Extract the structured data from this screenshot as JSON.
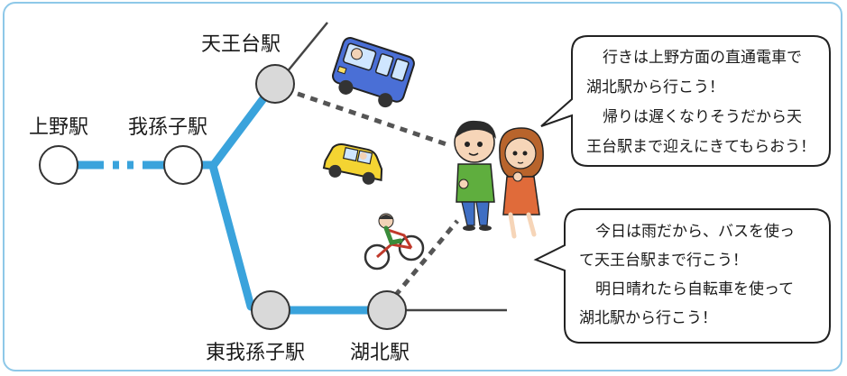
{
  "stations": {
    "ueno": "上野駅",
    "abiko": "我孫子駅",
    "tennodai": "天王台駅",
    "higashi_abiko": "東我孫子駅",
    "kohoku": "湖北駅"
  },
  "bubbles": {
    "top": {
      "lines": [
        "行きは上野方面の直通電車で",
        "湖北駅から行こう！",
        "帰りは遅くなりそうだから天",
        "王台駅まで迎えにきてもらおう！"
      ]
    },
    "bottom": {
      "lines": [
        "今日は雨だから、バスを使っ",
        "て天王台駅まで行こう！",
        "明日晴れたら自転車を使って",
        "湖北駅から行こう！"
      ]
    }
  },
  "colors": {
    "line_blue": "#3aa3dc",
    "frame_border": "#8ec8e8",
    "station_fill": "#d9d9d9",
    "dotted_path": "#555555"
  },
  "icons": {
    "bus": "bus-icon",
    "car": "car-icon",
    "bicycle": "bicycle-icon",
    "man": "man-figure",
    "woman": "woman-figure"
  }
}
